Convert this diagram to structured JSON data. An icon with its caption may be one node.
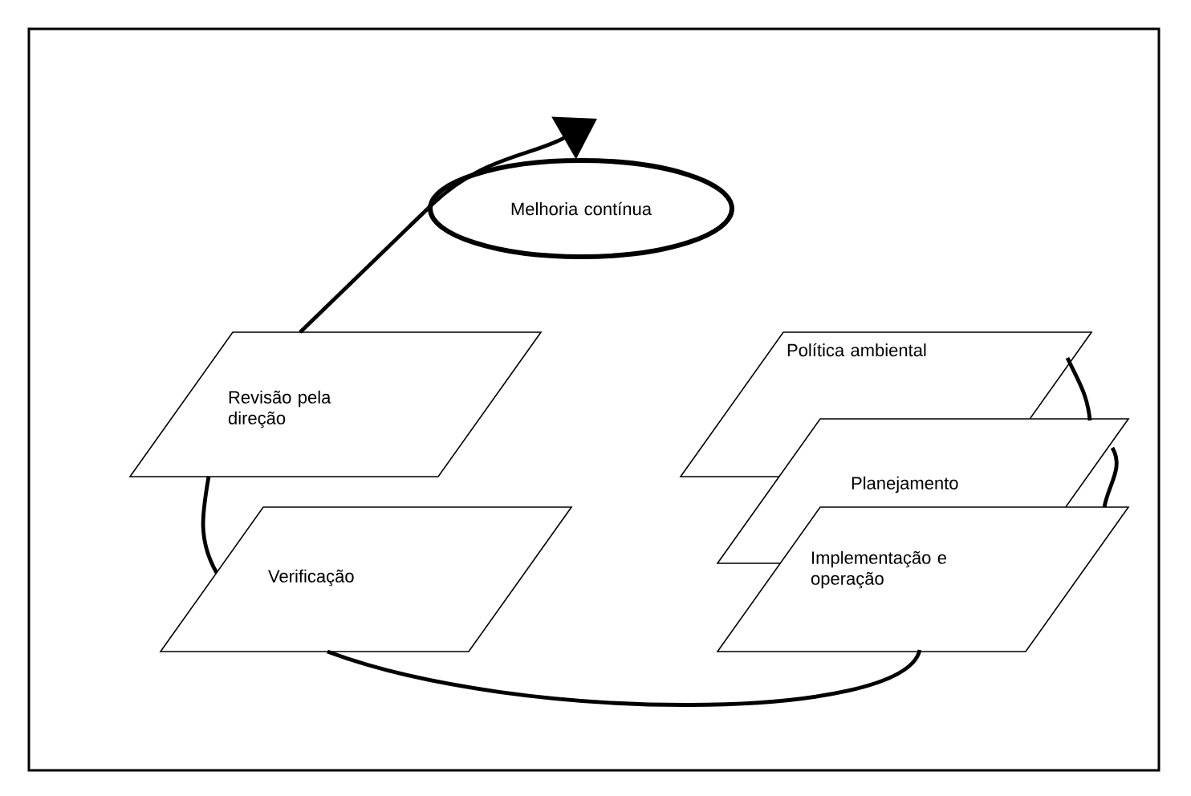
{
  "diagram": {
    "nodes": [
      {
        "text": [
          "Melhoria contínua"
        ]
      },
      {
        "text": [
          "Política ambiental"
        ]
      },
      {
        "text": [
          "Planejamento"
        ]
      },
      {
        "text": [
          "Implementação e operação"
        ]
      },
      {
        "text": [
          "Verificação"
        ]
      },
      {
        "text": [
          "Revisão pela direção"
        ]
      }
    ],
    "edges": [
      {
        "from": 1,
        "to": 2,
        "arrow": "none"
      },
      {
        "from": 2,
        "to": 3,
        "arrow": "none"
      },
      {
        "from": 3,
        "to": 4,
        "arrow": "none"
      },
      {
        "from": 4,
        "to": 5,
        "arrow": "none"
      },
      {
        "from": 5,
        "to": 0,
        "arrow": "none"
      },
      {
        "from": 0,
        "to": null,
        "arrow": "to"
      }
    ]
  }
}
